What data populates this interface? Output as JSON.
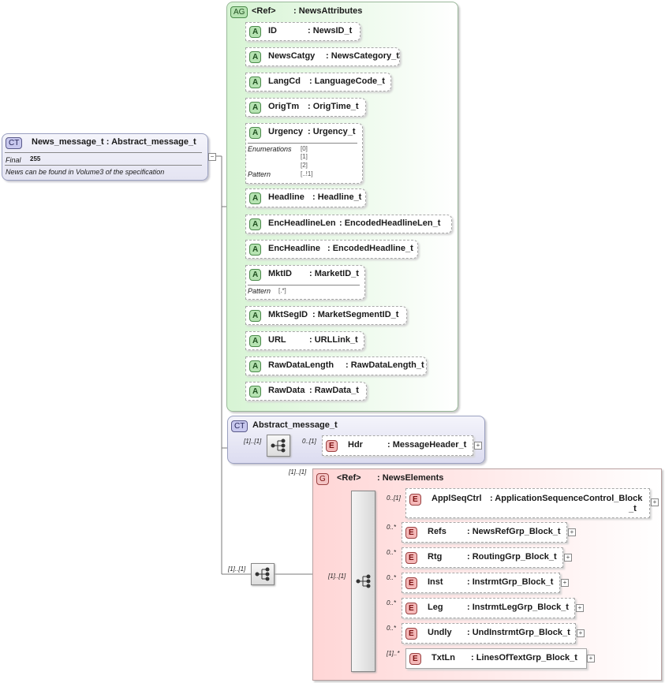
{
  "main_type": {
    "badge": "CT",
    "name": "News_message_t",
    "base": ": Abstract_message_t",
    "final_label": "Final",
    "final_value": "255",
    "doc": "News can be found in Volume3 of the specification"
  },
  "attribute_group": {
    "badge": "AG",
    "ref": "<Ref>",
    "name": ": NewsAttributes",
    "attributes": [
      {
        "badge": "A",
        "name": "ID",
        "type": ": NewsID_t"
      },
      {
        "badge": "A",
        "name": "NewsCatgy",
        "type": ": NewsCategory_t"
      },
      {
        "badge": "A",
        "name": "LangCd",
        "type": ": LanguageCode_t"
      },
      {
        "badge": "A",
        "name": "OrigTm",
        "type": ": OrigTime_t"
      },
      {
        "badge": "A",
        "name": "Urgency",
        "type": ": Urgency_t",
        "enum_label": "Enumerations",
        "enums": [
          "[0]",
          "[1]",
          "[2]"
        ],
        "pattern_label": "Pattern",
        "pattern": "[..!1]"
      },
      {
        "badge": "A",
        "name": "Headline",
        "type": ": Headline_t"
      },
      {
        "badge": "A",
        "name": "EncHeadlineLen",
        "type": ": EncodedHeadlineLen_t"
      },
      {
        "badge": "A",
        "name": "EncHeadline",
        "type": ": EncodedHeadline_t"
      },
      {
        "badge": "A",
        "name": "MktID",
        "type": ": MarketID_t",
        "pattern_label": "Pattern",
        "pattern": "[.*]"
      },
      {
        "badge": "A",
        "name": "MktSegID",
        "type": ": MarketSegmentID_t"
      },
      {
        "badge": "A",
        "name": "URL",
        "type": ": URLLink_t"
      },
      {
        "badge": "A",
        "name": "RawDataLength",
        "type": ": RawDataLength_t"
      },
      {
        "badge": "A",
        "name": "RawData",
        "type": ": RawData_t"
      }
    ]
  },
  "abstract": {
    "badge": "CT",
    "name": "Abstract_message_t",
    "seq_card": "[1]..[1]",
    "hdr_card": "0..[1]",
    "hdr": {
      "badge": "E",
      "name": "Hdr",
      "type": ": MessageHeader_t"
    }
  },
  "group": {
    "badge": "G",
    "ref": "<Ref>",
    "name": ": NewsElements",
    "card": "[1]..[1]",
    "outer_seq_card": "[1]..[1]",
    "inner_seq_card": "[1]..[1]",
    "elements": [
      {
        "badge": "E",
        "name": "ApplSeqCtrl",
        "type": ": ApplicationSequenceControl_Block",
        "type2": "_t",
        "card": "0..[1]"
      },
      {
        "badge": "E",
        "name": "Refs",
        "type": ": NewsRefGrp_Block_t",
        "card": "0..*"
      },
      {
        "badge": "E",
        "name": "Rtg",
        "type": ": RoutingGrp_Block_t",
        "card": "0..*"
      },
      {
        "badge": "E",
        "name": "Inst",
        "type": ": InstrmtGrp_Block_t",
        "card": "0..*"
      },
      {
        "badge": "E",
        "name": "Leg",
        "type": ": InstrmtLegGrp_Block_t",
        "card": "0..*"
      },
      {
        "badge": "E",
        "name": "Undly",
        "type": ": UndInstrmtGrp_Block_t",
        "card": "0..*"
      },
      {
        "badge": "E",
        "name": "TxtLn",
        "type": ": LinesOfTextGrp_Block_t",
        "card": "[1]..*"
      }
    ]
  }
}
